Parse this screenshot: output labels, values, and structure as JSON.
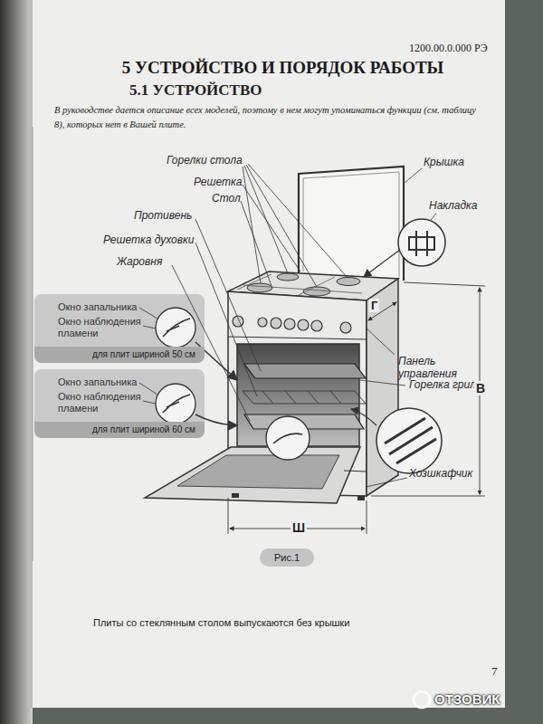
{
  "diagram": {
    "title": "5 УСТРОЙСТВО И ПОРЯДОК РАБОТЫ",
    "caption": "Рис.1",
    "nodes": [
      {
        "text": [
          "Окно запальника",
          "Окно наблюдения пламени",
          "для плит шириной 50 см"
        ]
      },
      {
        "text": [
          "Окно запальника",
          "Окно наблюдения пламени",
          "для плит шириной 60 см"
        ]
      }
    ],
    "labels": [
      "1200.00.0.000 РЭ",
      "5.1 УСТРОЙСТВО",
      "В руководстве дается описание всех моделей, поэтому в нем могут упоминаться функции (см. таблицу 8), которых нет в Вашей плите.",
      "Горелки стола",
      "Решетка",
      "Стол",
      "Противень",
      "Решетка духовки",
      "Жаровня",
      "Крышка",
      "Накладка",
      "Г",
      "Панель управления",
      "Горелка гриль",
      "В",
      "Хозшкафчик",
      "Ш",
      "Плиты со стеклянным столом выпускаются без крышки",
      "7",
      "ОТЗОВИК"
    ]
  }
}
